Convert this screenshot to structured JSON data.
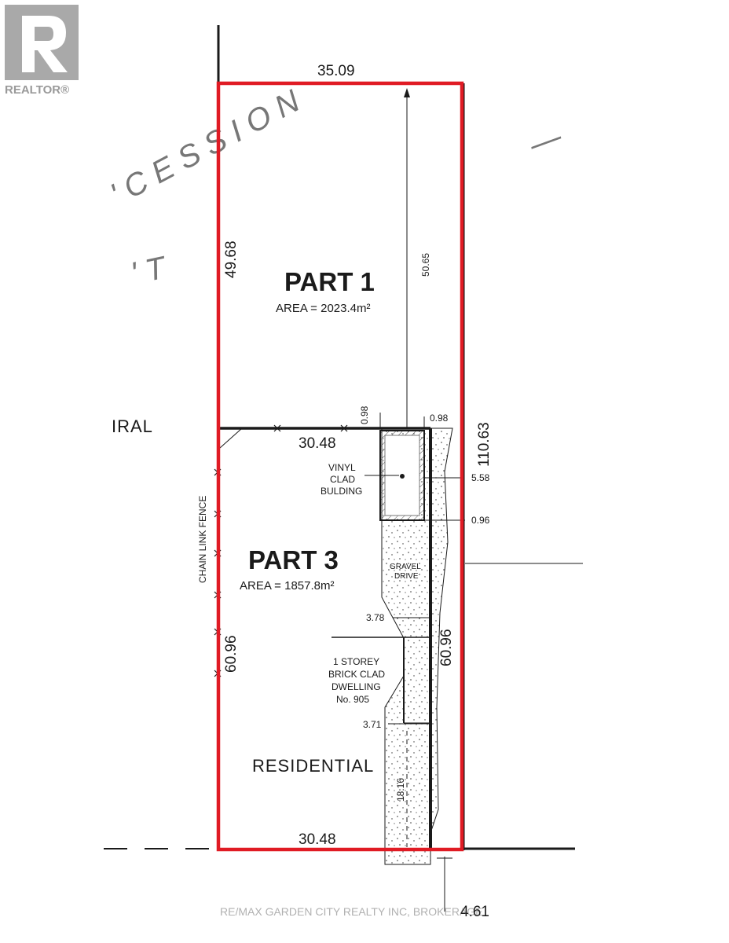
{
  "branding": {
    "logo_text": "REALTOR®"
  },
  "watermark": "RE/MAX GARDEN CITY REALTY INC, BROKERAGE",
  "parts": [
    {
      "label": "PART 1",
      "area": "AREA  =  2023.4m²"
    },
    {
      "label": "PART 3",
      "area": "AREA  =  1857.8m²"
    }
  ],
  "dimensions": {
    "top": "35.09",
    "left_upper": "49.68",
    "left_lower": "60.96",
    "inner_vertical": "50.65",
    "middle": "30.48",
    "right_total": "110.63",
    "right_lower": "60.96",
    "bottom": "30.48",
    "offset_top_left": "0.98",
    "offset_top_right": "0.98",
    "offset_building": "5.58",
    "offset_building_bottom": "0.96",
    "offset_378": "3.78",
    "offset_371": "3.71",
    "dwelling_depth": "18.16",
    "offset_461": "4.61"
  },
  "labels": {
    "ghost_top": "' C E S S I O N",
    "ghost_left": "' T",
    "ghost_dash": "—",
    "rural": "IRAL",
    "fence": "CHAIN LINK FENCE",
    "building_1": "VINYL",
    "building_2": "CLAD",
    "building_3": "BULDING",
    "gravel_1": "GRAVEL",
    "gravel_2": "DRIVE",
    "dwelling_1": "1 STOREY",
    "dwelling_2": "BRICK CLAD",
    "dwelling_3": "DWELLING",
    "dwelling_4": "No. 905",
    "residential": "RESIDENTIAL"
  },
  "colors": {
    "boundary": "#e01b24",
    "lines": "#1a1a1a",
    "logo": "#a9a9a9"
  }
}
